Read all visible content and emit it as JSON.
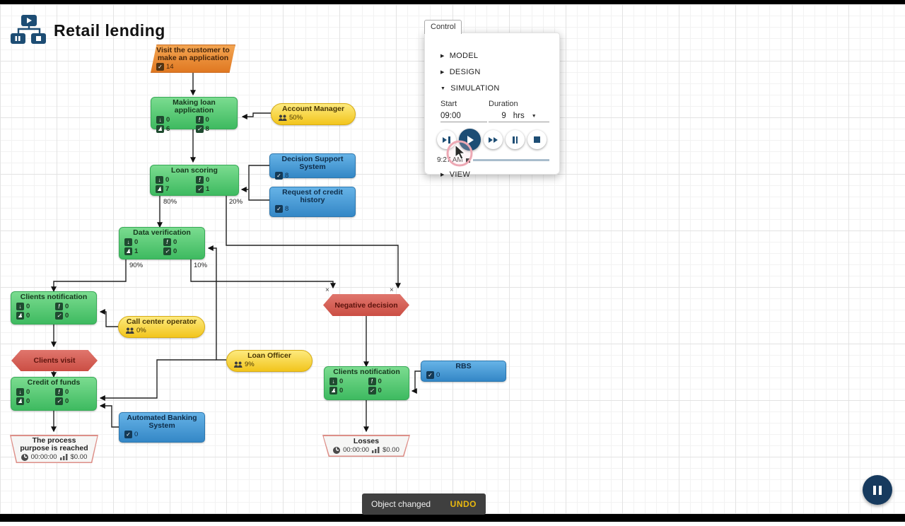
{
  "app": {
    "title": "Retail lending"
  },
  "control": {
    "tab": "Control",
    "model_label": "MODEL",
    "design_label": "DESIGN",
    "simulation_label": "SIMULATION",
    "view_label": "VIEW",
    "start_label": "Start",
    "start_value": "09:00",
    "duration_label": "Duration",
    "duration_value": "9",
    "duration_unit": "hrs",
    "sim_time": "9:27 AM"
  },
  "nodes": {
    "visit": {
      "title": "Visit the customer to make an application",
      "done": "14"
    },
    "making": {
      "title": "Making loan application",
      "queue": "0",
      "alarm": "0",
      "busy": "6",
      "done": "8"
    },
    "account_manager": {
      "title": "Account Manager",
      "load": "50%"
    },
    "loan_scoring": {
      "title": "Loan scoring",
      "queue": "0",
      "alarm": "0",
      "busy": "7",
      "done": "1"
    },
    "dss": {
      "title": "Decision Support System",
      "done": "8"
    },
    "credit_history": {
      "title": "Request of credit history",
      "done": "8"
    },
    "data_verification": {
      "title": "Data verification",
      "queue": "0",
      "alarm": "0",
      "busy": "1",
      "done": "0"
    },
    "clients_notification_1": {
      "title": "Clients notification",
      "queue": "0",
      "alarm": "0",
      "busy": "0",
      "done": "0"
    },
    "call_center": {
      "title": "Call center operator",
      "load": "0%"
    },
    "clients_visit": {
      "title": "Clients visit"
    },
    "credit_of_funds": {
      "title": "Credit of funds",
      "queue": "0",
      "alarm": "0",
      "busy": "0",
      "done": "0"
    },
    "loan_officer": {
      "title": "Loan Officer",
      "load": "9%"
    },
    "abs": {
      "title": "Automated Banking System",
      "done": "0"
    },
    "purpose": {
      "title": "The process purpose is reached",
      "time": "00:00:00",
      "money": "$0.00"
    },
    "negative": {
      "title": "Negative decision"
    },
    "clients_notification_2": {
      "title": "Clients notification",
      "queue": "0",
      "alarm": "0",
      "busy": "0",
      "done": "0"
    },
    "rbs": {
      "title": "RBS",
      "done": "0"
    },
    "losses": {
      "title": "Losses",
      "time": "00:00:00",
      "money": "$0.00"
    }
  },
  "edge_labels": {
    "p80": "80%",
    "p20": "20%",
    "p90": "90%",
    "p10": "10%"
  },
  "markers": {
    "x": "×"
  },
  "toast": {
    "message": "Object changed",
    "action": "UNDO"
  },
  "colors": {
    "navy": "#1d4d74",
    "green": "#4ec370",
    "blue": "#3f95d4",
    "yellow": "#f2c51c",
    "orange": "#e07821",
    "red": "#cb4e44",
    "toast_action": "#e9b90f"
  }
}
